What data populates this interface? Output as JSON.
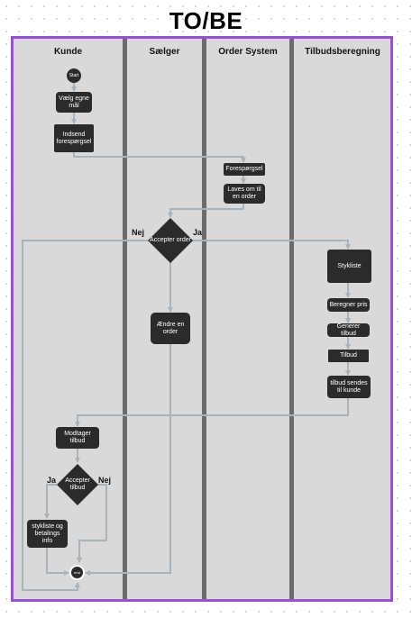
{
  "title": "TO/BE",
  "lanes": {
    "kunde": "Kunde",
    "saelger": "Sælger",
    "order_system": "Order System",
    "tilbudsberegning": "Tilbudsberegning"
  },
  "nodes": {
    "start": "Start",
    "vaelg_egne_maal": "Vælg egne mål",
    "indsend_forespoergsel": "Indsend forespørgsel",
    "forespoergsel": "Forespørgsel",
    "laves_om_til_order": "Laves om til en order",
    "accepter_order": "Accepter order",
    "aendre_order": "Ændre en order",
    "stykliste": "Stykliste",
    "beregner_pris": "Beregner pris",
    "generer_tilbud": "Generer tilbud",
    "tilbud": "Tilbud",
    "tilbud_sendes": "tilbud sendes til kunde",
    "modtager_tilbud": "Modtager tilbud",
    "accepter_tilbud": "Accepter tilbud",
    "stykliste_betaling": "stykliste og betalings info",
    "end": "end"
  },
  "edge_labels": {
    "order_nej": "Nej",
    "order_ja": "Ja",
    "tilbud_ja": "Ja",
    "tilbud_nej": "Nej"
  }
}
